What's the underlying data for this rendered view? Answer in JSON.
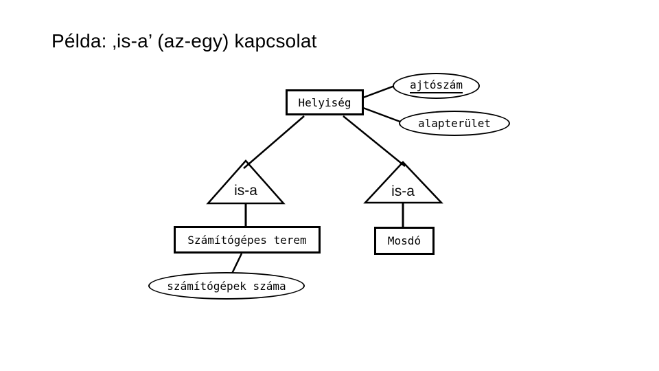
{
  "slide": {
    "title": "Példa: ‚is-a’ (az-egy) kapcsolat"
  },
  "diagram": {
    "type": "er-diagram",
    "root_entity": {
      "label": "Helyiség"
    },
    "attributes": {
      "ajtoszam": {
        "label": "ajtószám",
        "is_key": true
      },
      "alapterulet": {
        "label": "alapterület",
        "is_key": false
      },
      "szamitogepek_szama": {
        "label": "számítógépek száma",
        "is_key": false
      }
    },
    "relationships": {
      "left": {
        "label": "is-a"
      },
      "right": {
        "label": "is-a"
      }
    },
    "sub_entities": {
      "terem": {
        "label": "Számítógépes terem"
      },
      "mosdo": {
        "label": "Mosdó"
      }
    },
    "colors": {
      "stroke": "#000000",
      "background": "#ffffff",
      "text": "#000000"
    }
  }
}
